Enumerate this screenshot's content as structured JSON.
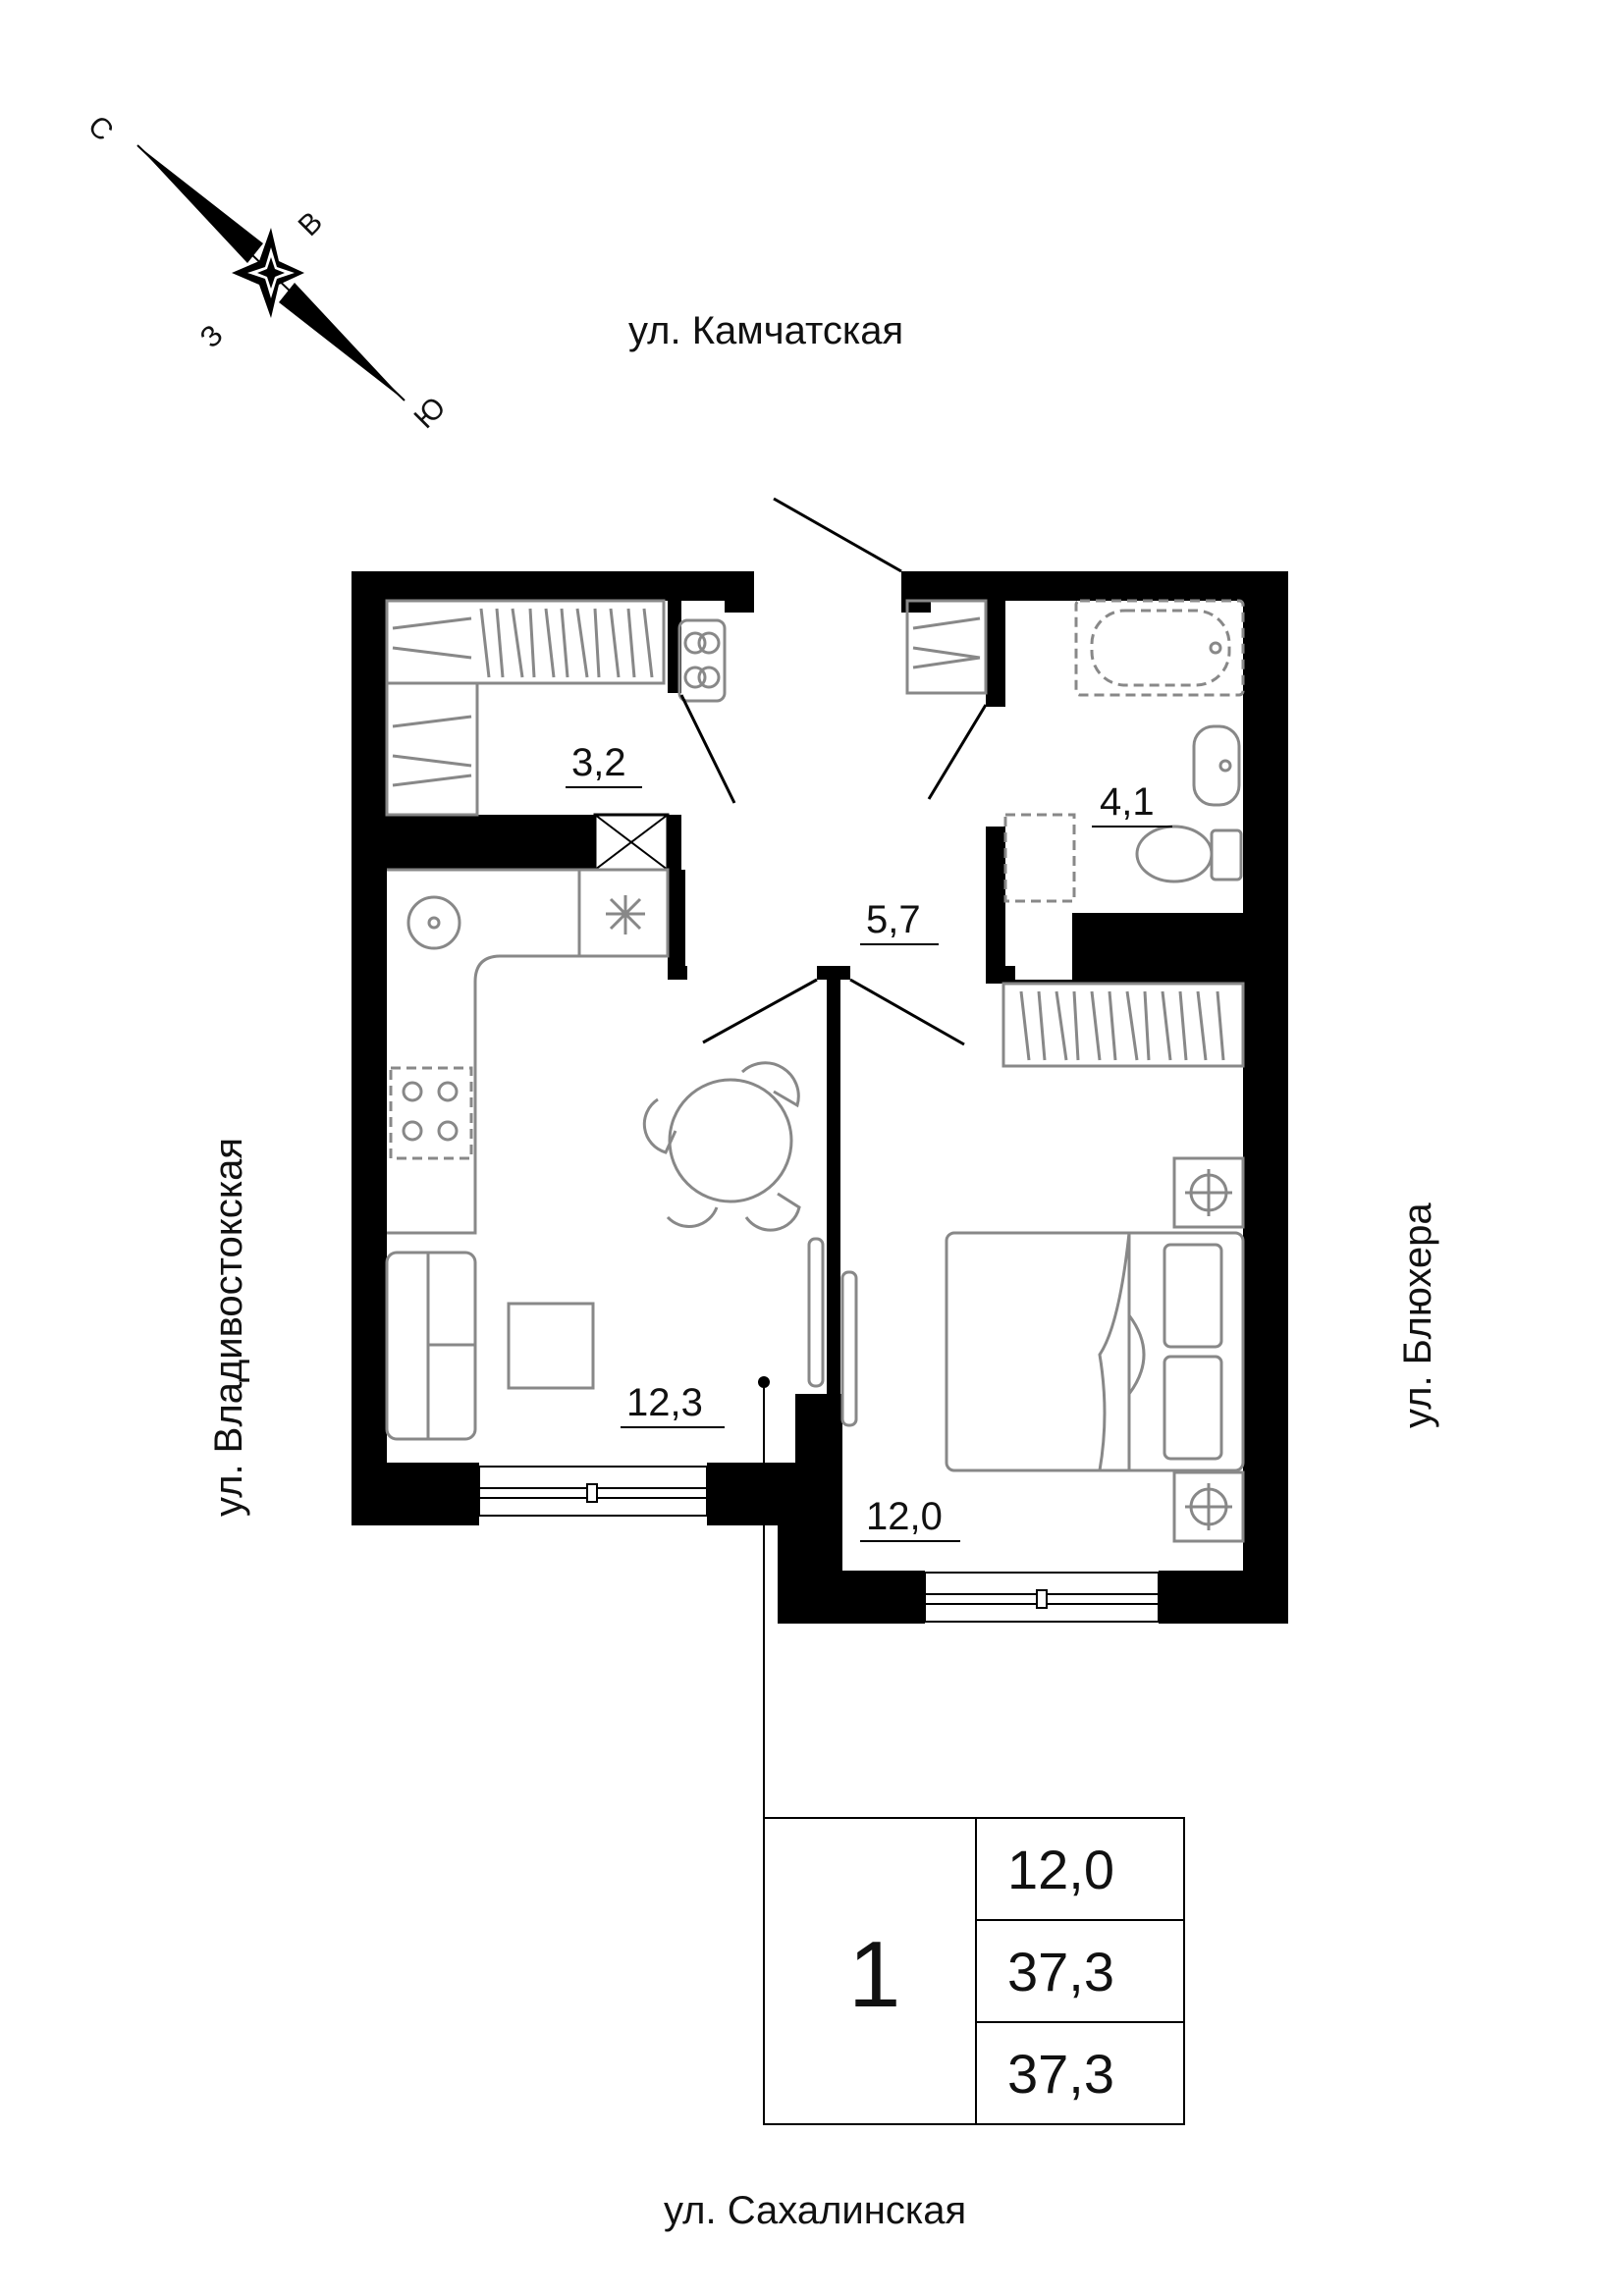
{
  "compass": {
    "north": "С",
    "east": "В",
    "south": "Ю",
    "west": "З"
  },
  "streets": {
    "top": "ул. Камчатская",
    "left": "ул. Владивостокская",
    "right": "ул. Блюхера",
    "bottom": "ул. Сахалинская"
  },
  "rooms": {
    "storage_area": "3,2",
    "hall_area": "5,7",
    "bathroom_area": "4,1",
    "kitchen_area": "12,3",
    "bedroom_area": "12,0"
  },
  "summary": {
    "rooms_count": "1",
    "living_area": "12,0",
    "total_area": "37,3",
    "total_area_with_balcony": "37,3"
  }
}
